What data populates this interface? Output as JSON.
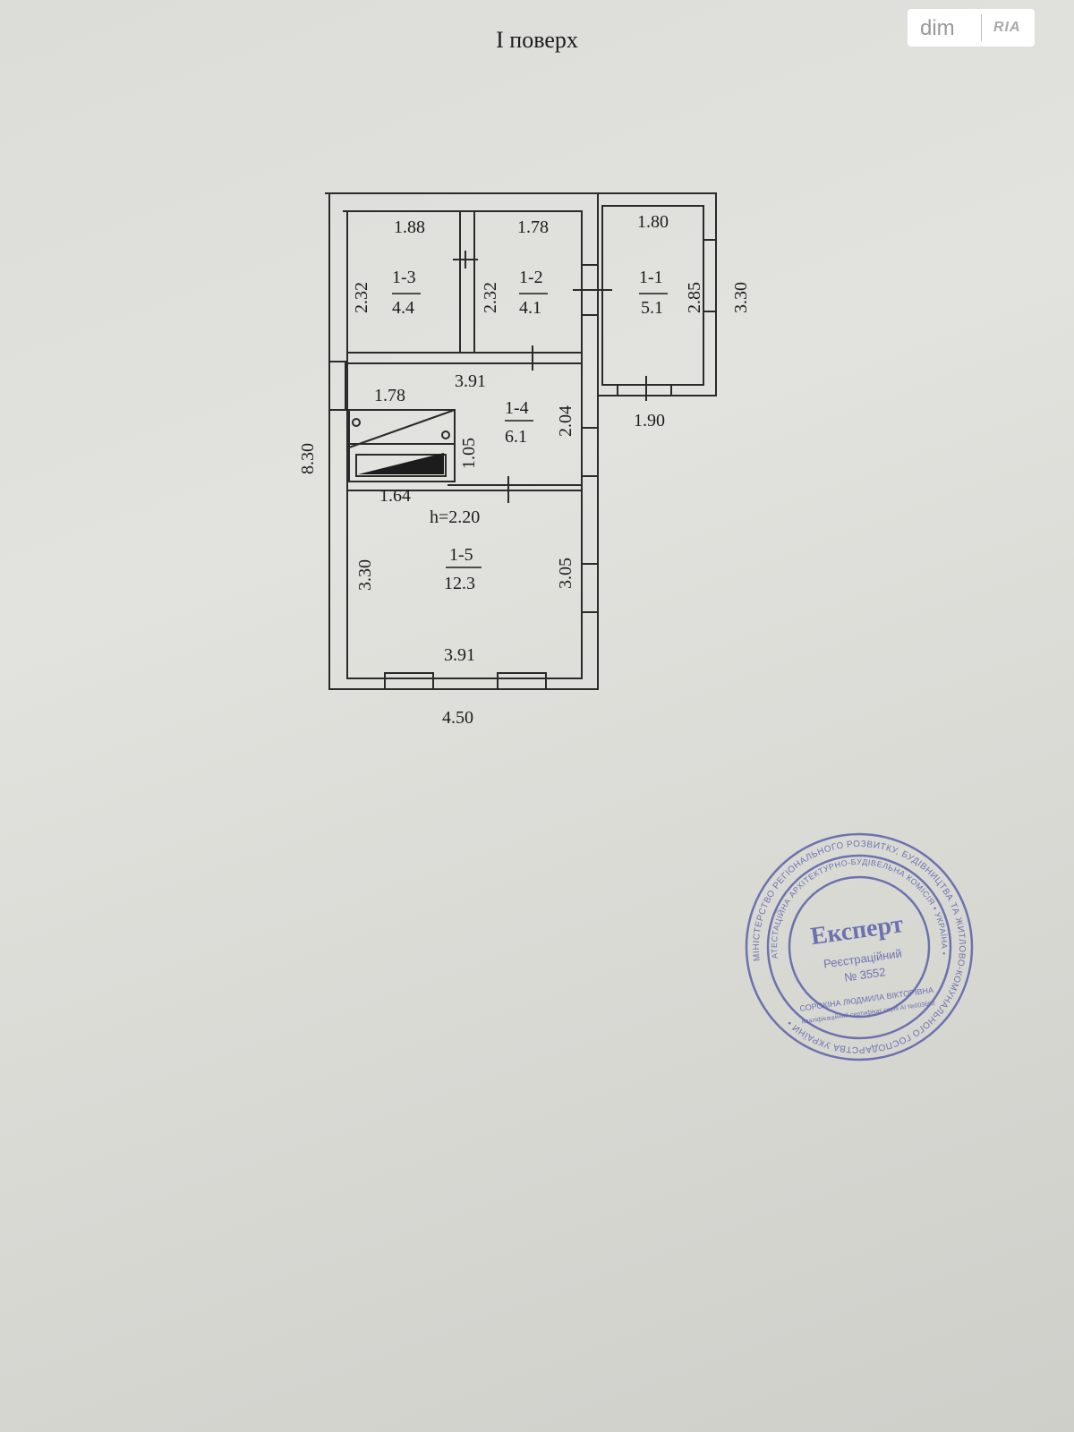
{
  "title": "I поверх",
  "watermark": {
    "left": "dim",
    "right": "RIA"
  },
  "plan": {
    "overall": {
      "width": "4.50",
      "height": "8.30"
    },
    "rooms": [
      {
        "id": "1-1",
        "area": "5.1",
        "w": "1.80",
        "h": "2.85",
        "w_bottom": "1.90",
        "h_outer": "3.30"
      },
      {
        "id": "1-2",
        "area": "4.1",
        "w": "1.78",
        "h": "2.32"
      },
      {
        "id": "1-3",
        "area": "4.4",
        "w": "1.88",
        "h": "2.32"
      },
      {
        "id": "1-4",
        "area": "6.1",
        "w": "3.91",
        "h": "2.04",
        "stove_w": "1.78",
        "stove_w2": "1.64",
        "stove_h": "1.05"
      },
      {
        "id": "1-5",
        "area": "12.3",
        "w": "3.91",
        "h_left": "3.30",
        "h_right": "3.05",
        "ceiling": "h=2.20"
      }
    ]
  },
  "stamp": {
    "center_title": "Експерт",
    "line1": "Реєстраційний",
    "line2": "№ 3552",
    "ring_outer": "МІНІСТЕРСТВО РЕГІОНАЛЬНОГО РОЗВИТКУ, БУДІВНИЦТВА ТА ЖИТЛОВО-КОМУНАЛЬНОГО ГОСПОДАРСТВА УКРАЇНИ •",
    "ring_inner": "АТЕСТАЦІЙНА АРХІТЕКТУРНО-БУДІВЕЛЬНА КОМІСІЯ • УКРАЇНА •",
    "name": "СОРОКІНА ЛЮДМИЛА ВІКТОРІВНА",
    "cert": "Кваліфікаційний сертифікат серія АІ №003692"
  }
}
